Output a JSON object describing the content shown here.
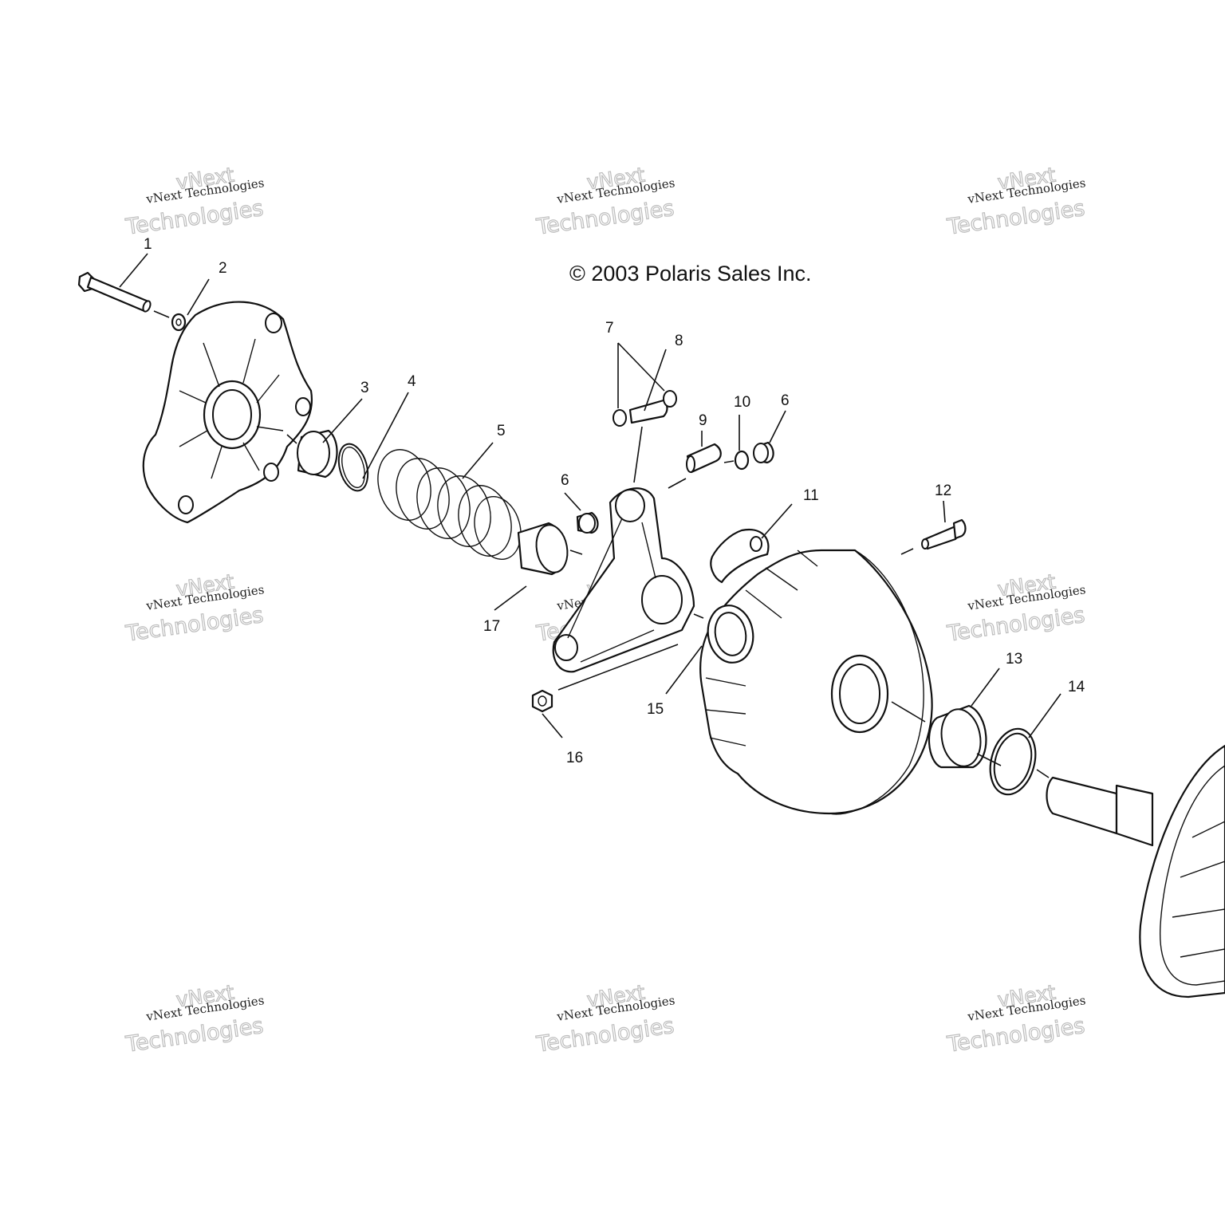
{
  "diagram": {
    "copyright": "© 2003 Polaris Sales Inc.",
    "watermark": {
      "line_a": "vNext",
      "line_b": "vNext Technologies",
      "line_c": "Technologies"
    },
    "callouts": [
      "1",
      "2",
      "3",
      "4",
      "5",
      "6",
      "7",
      "8",
      "9",
      "10",
      "6",
      "11",
      "12",
      "17",
      "15",
      "16",
      "13",
      "14"
    ]
  }
}
